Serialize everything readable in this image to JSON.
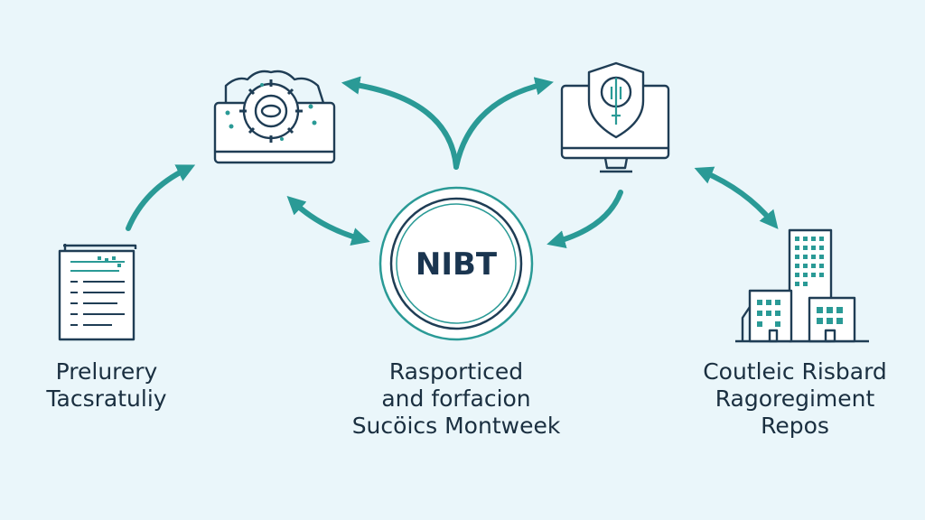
{
  "colors": {
    "background": "#eaf6fa",
    "stroke": "#1f3d55",
    "accent": "#2a9a96",
    "text": "#1a2f40"
  },
  "hub": {
    "label": "NIBT"
  },
  "captions": {
    "left": {
      "line1": "Prelurery",
      "line2": "Tacsratuliy"
    },
    "center": {
      "line1": "Rasporticed",
      "line2": "and forfacion",
      "line3": "Sucöics Montweek"
    },
    "right": {
      "line1": "Coutleic Risbard",
      "line2": "Ragoregiment",
      "line3": "Repos"
    }
  },
  "icons": {
    "left": "document-icon",
    "top_left": "computer-cog-icon",
    "top_right": "computer-shield-icon",
    "right": "buildings-icon",
    "center": "hub-circle-icon"
  }
}
